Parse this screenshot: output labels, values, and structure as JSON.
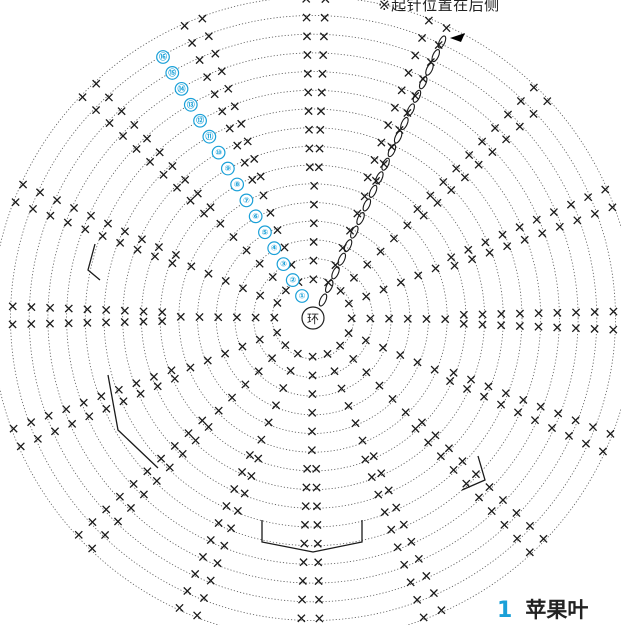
{
  "header": {
    "start_note": "※起针位置在后侧"
  },
  "caption": {
    "number": "1",
    "title": "苹果叶"
  },
  "center": {
    "label": "环"
  },
  "row_markers": [
    "①",
    "②",
    "③",
    "④",
    "⑤",
    "⑥",
    "⑦",
    "⑧",
    "⑨",
    "⑩",
    "⑪",
    "⑫",
    "⑬",
    "⑭",
    "⑮",
    "⑯"
  ],
  "colors": {
    "stitch": "#1a1a1a",
    "round_outline": "#555555",
    "accent": "#1aa0d8"
  },
  "icons": {
    "start_arrow": "black-triangle-arrow",
    "single_crochet": "x-symbol",
    "increase": "v-symbol",
    "chain": "oval-symbol"
  }
}
